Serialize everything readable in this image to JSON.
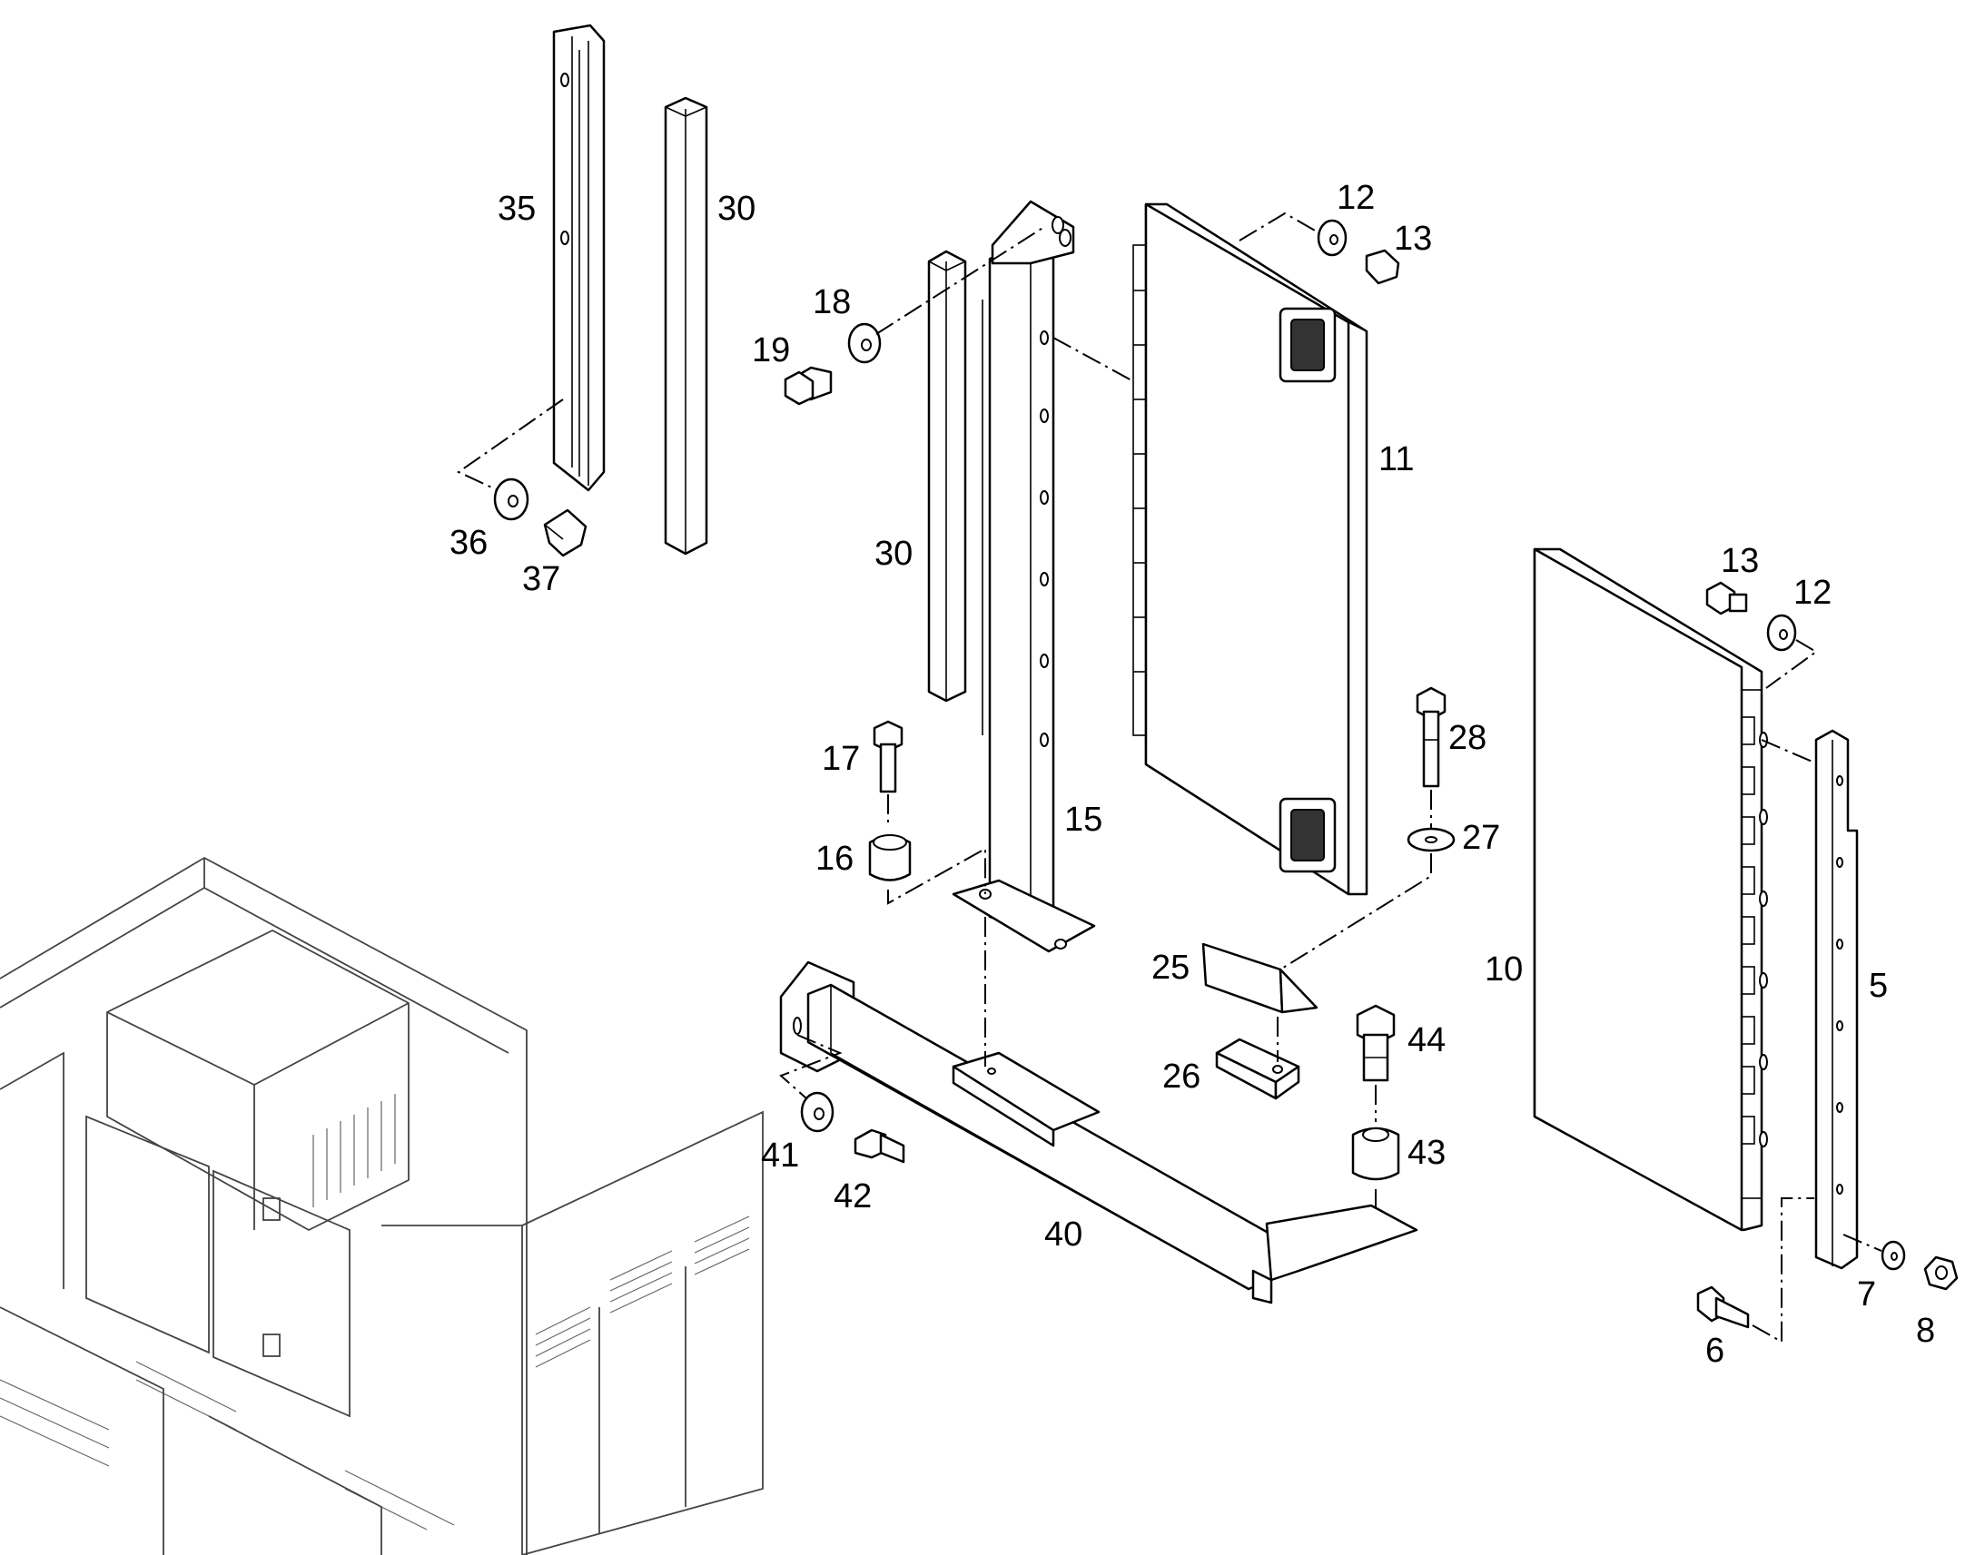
{
  "diagram": {
    "callouts": [
      {
        "id": "c35",
        "text": "35"
      },
      {
        "id": "c30a",
        "text": "30"
      },
      {
        "id": "c36",
        "text": "36"
      },
      {
        "id": "c37",
        "text": "37"
      },
      {
        "id": "c19",
        "text": "19"
      },
      {
        "id": "c18",
        "text": "18"
      },
      {
        "id": "c30b",
        "text": "30"
      },
      {
        "id": "c12a",
        "text": "12"
      },
      {
        "id": "c13a",
        "text": "13"
      },
      {
        "id": "c11",
        "text": "11"
      },
      {
        "id": "c17",
        "text": "17"
      },
      {
        "id": "c16",
        "text": "16"
      },
      {
        "id": "c15",
        "text": "15"
      },
      {
        "id": "c28",
        "text": "28"
      },
      {
        "id": "c27",
        "text": "27"
      },
      {
        "id": "c13b",
        "text": "13"
      },
      {
        "id": "c12b",
        "text": "12"
      },
      {
        "id": "c10",
        "text": "10"
      },
      {
        "id": "c5",
        "text": "5"
      },
      {
        "id": "c25",
        "text": "25"
      },
      {
        "id": "c26",
        "text": "26"
      },
      {
        "id": "c44",
        "text": "44"
      },
      {
        "id": "c43",
        "text": "43"
      },
      {
        "id": "c41",
        "text": "41"
      },
      {
        "id": "c42",
        "text": "42"
      },
      {
        "id": "c40",
        "text": "40"
      },
      {
        "id": "c7",
        "text": "7"
      },
      {
        "id": "c8",
        "text": "8"
      },
      {
        "id": "c6",
        "text": "6"
      }
    ]
  }
}
